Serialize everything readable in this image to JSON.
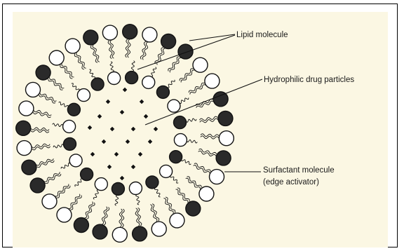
{
  "colors": {
    "background": "#fbf7e3",
    "head_filled": "#2a2a2a",
    "head_open": "#ffffff",
    "stroke": "#111111"
  },
  "labels": {
    "lipid": "Lipid molecule",
    "drug": "Hydrophilic drug particles",
    "surfactant_line1": "Surfactant molecule",
    "surfactant_line2": "(edge activator)"
  }
}
